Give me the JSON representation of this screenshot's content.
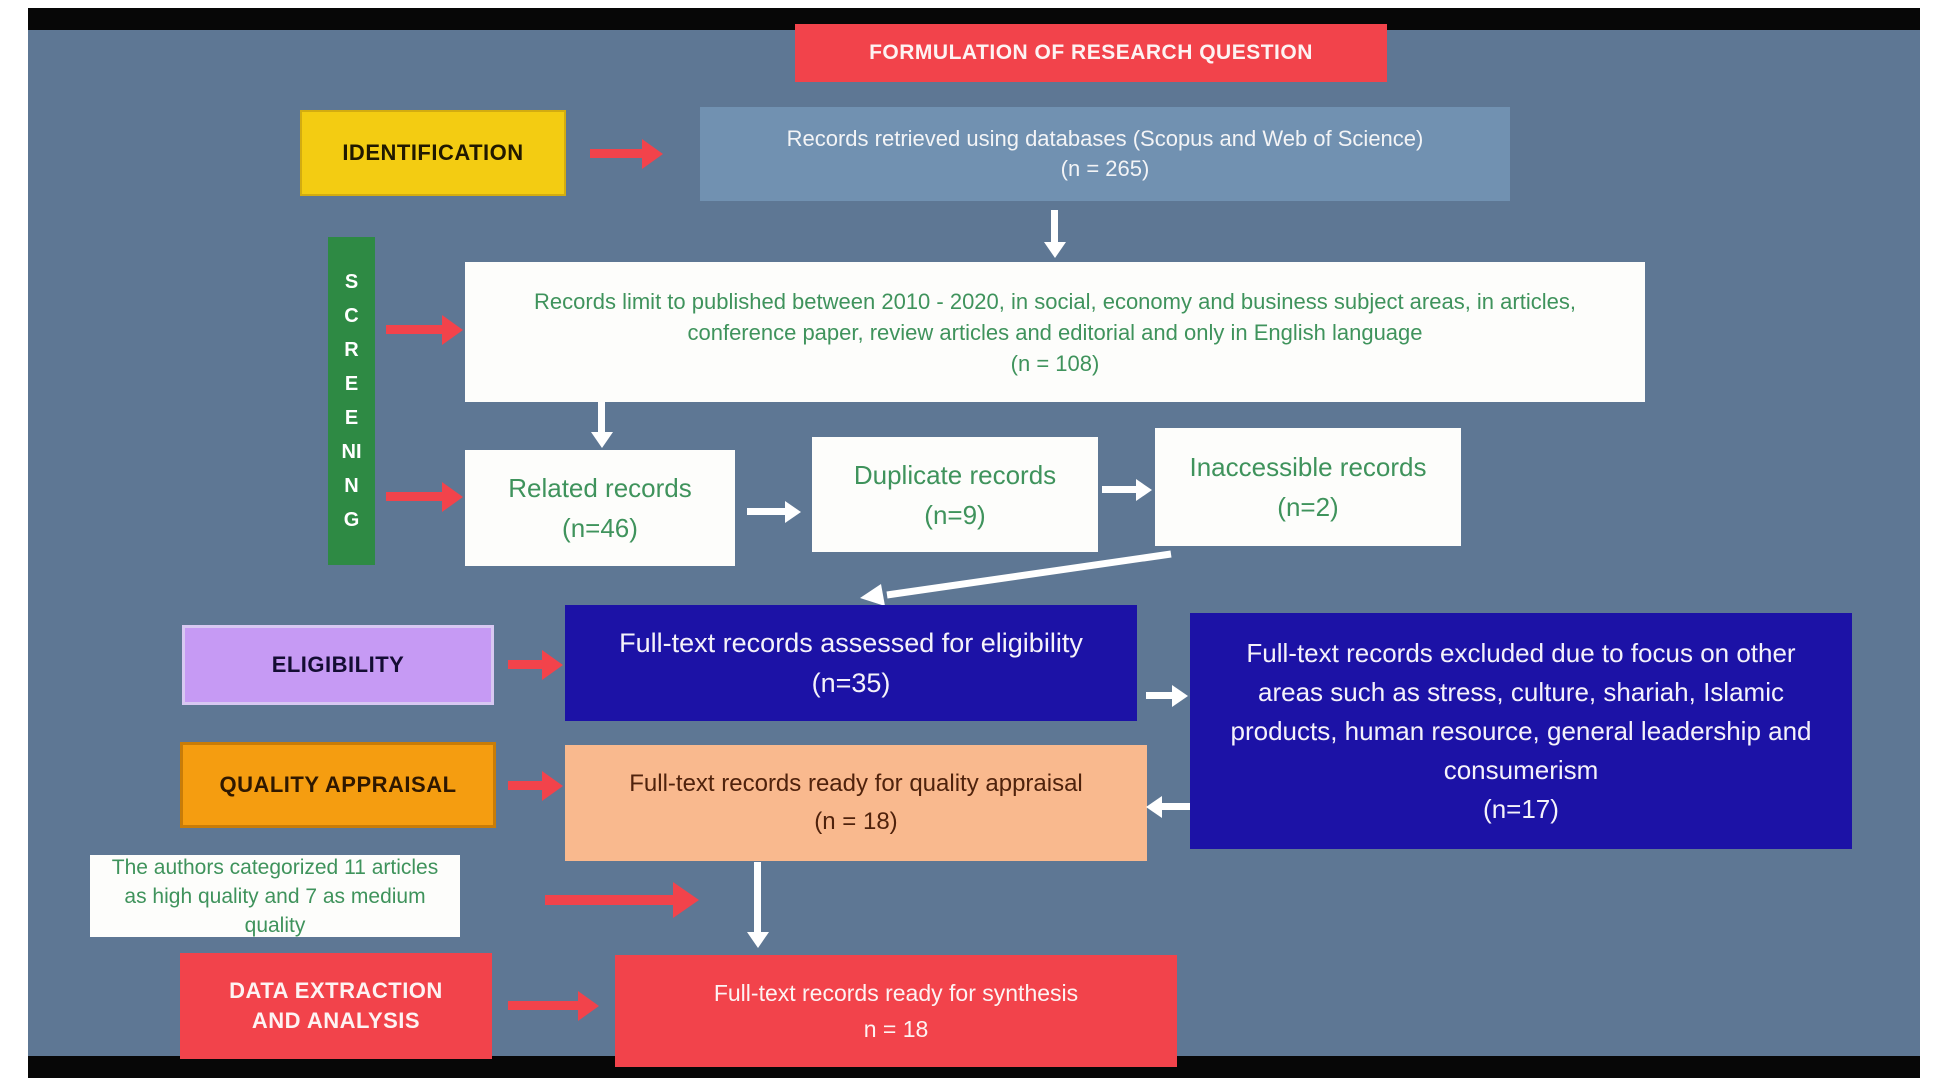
{
  "colors": {
    "background": "#5e7794",
    "frame_bar": "#070707",
    "red": "#f2434b",
    "yellow": "#f3cc12",
    "green_bar": "#2e8a44",
    "green_text": "#3f935c",
    "steel_blue": "#7191b1",
    "dark_blue": "#1c12a6",
    "purple": "#c69af4",
    "orange": "#f59d10",
    "peach": "#f9b98e"
  },
  "flow": {
    "title": "FORMULATION OF RESEARCH QUESTION",
    "stage_labels": {
      "identification": "IDENTIFICATION",
      "screening": "SCREENING",
      "eligibility": "ELIGIBILITY",
      "quality": "QUALITY APPRAISAL",
      "extraction_line1": "DATA EXTRACTION",
      "extraction_line2": "AND ANALYSIS"
    },
    "records_retrieved": {
      "text": "Records retrieved using databases (Scopus and Web of Science)",
      "count": "(n = 265)"
    },
    "records_limit": {
      "text": "Records limit to published between 2010 - 2020, in social, economy and business subject areas, in articles, conference paper, review articles and editorial and only in English language",
      "count": "(n = 108)"
    },
    "related": {
      "text": "Related records",
      "count": "(n=46)"
    },
    "duplicate": {
      "text": "Duplicate records",
      "count": "(n=9)"
    },
    "inaccessible": {
      "text": "Inaccessible records",
      "count": "(n=2)"
    },
    "assessed": {
      "text": "Full-text records assessed for eligibility",
      "count": "(n=35)"
    },
    "excluded": {
      "text": "Full-text records excluded due to focus on other areas such as stress, culture, shariah, Islamic products, human resource, general leadership and consumerism",
      "count": "(n=17)"
    },
    "quality_ready": {
      "text": "Full-text records ready for quality appraisal",
      "count": "(n = 18)"
    },
    "authors_note": "The authors categorized 11 articles as high quality and 7 as medium quality",
    "synthesis": {
      "text": "Full-text records ready for synthesis",
      "count": "n = 18"
    }
  }
}
